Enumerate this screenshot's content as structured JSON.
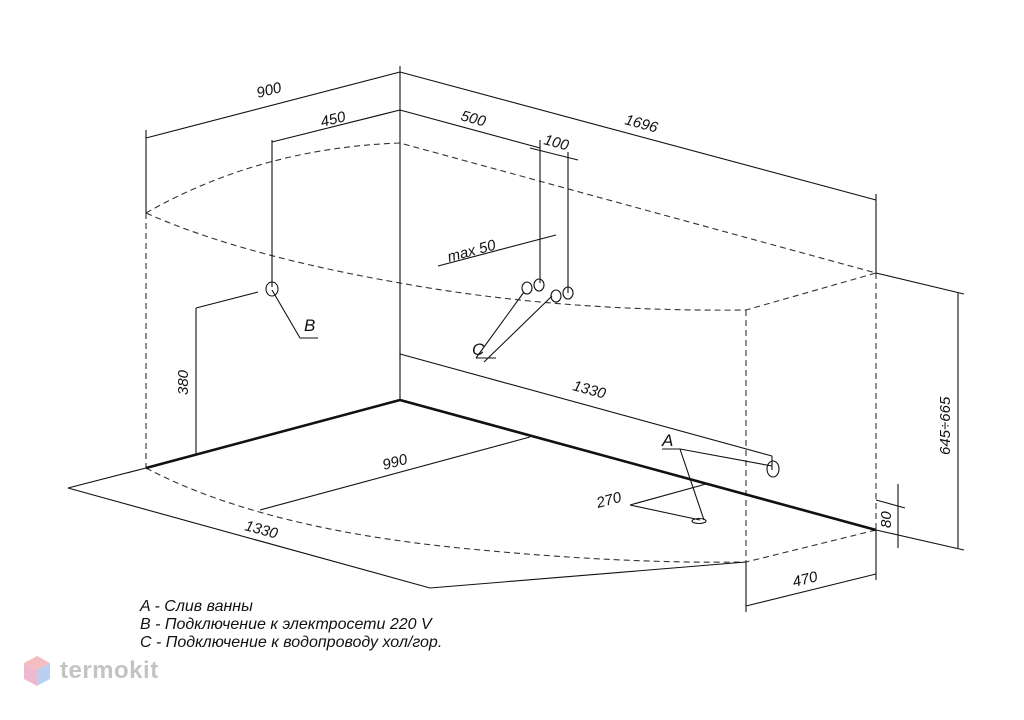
{
  "dimensions": {
    "width_900": "900",
    "width_450": "450",
    "offset_500": "500",
    "spacing_100": "100",
    "length_1696": "1696",
    "max_50": "max  50",
    "height_380": "380",
    "height_645_665": "645÷665",
    "length_1330_top": "1330",
    "length_990": "990",
    "length_1330_bottom": "1330",
    "drain_270": "270",
    "height_80": "80",
    "width_470": "470"
  },
  "markers": {
    "a": "A",
    "b": "B",
    "c": "C"
  },
  "legend": {
    "a": "A - Слив ванны",
    "b": "B - Подключение к электросети 220 V",
    "c": "C - Подключение к водопроводу хол/гор."
  },
  "brand": {
    "name": "termokit",
    "colors": {
      "top": "#e8464e",
      "left": "#c93a7a",
      "right": "#3a7bd5"
    }
  }
}
